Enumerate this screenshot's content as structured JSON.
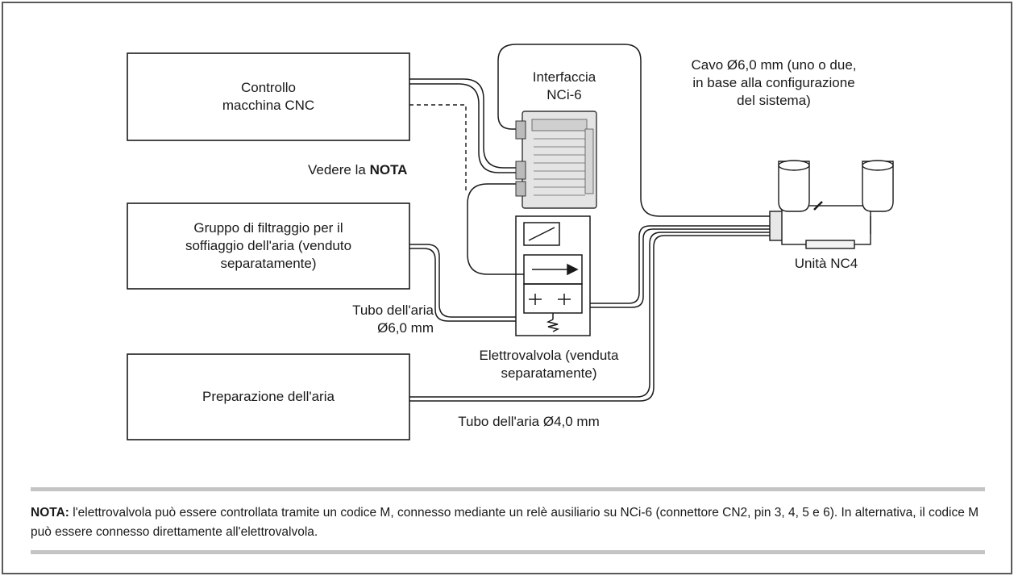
{
  "boxes": {
    "cnc_control": "Controllo\nmacchina CNC",
    "filter_group": "Gruppo di filtraggio per il\nsoffiaggio dell'aria (venduto\nseparatamente)",
    "air_prep": "Preparazione dell'aria"
  },
  "labels": {
    "interface": "Interfaccia\nNCi-6",
    "cable": "Cavo Ø6,0 mm (uno o due,\nin base alla configurazione\ndel sistema)",
    "see_note_prefix": "Vedere la ",
    "see_note_bold": "NOTA",
    "unit": "Unità NC4",
    "tube_6": "Tubo dell'aria\nØ6,0 mm",
    "solenoid": "Elettrovalvola (venduta\nseparatamente)",
    "tube_4": "Tubo dell'aria Ø4,0 mm"
  },
  "note": {
    "title": "NOTA:",
    "text": " l'elettrovalvola può essere controllata tramite un codice M, connesso mediante un relè ausiliario su NCi-6 (connettore CN2, pin 3, 4, 5 e 6). In alternativa, il codice M può essere connesso direttamente all'elettrovalvola."
  },
  "colors": {
    "line": "#1a1a1a",
    "note_bar": "#c4c4c4",
    "frame": "#5a5a5a"
  }
}
